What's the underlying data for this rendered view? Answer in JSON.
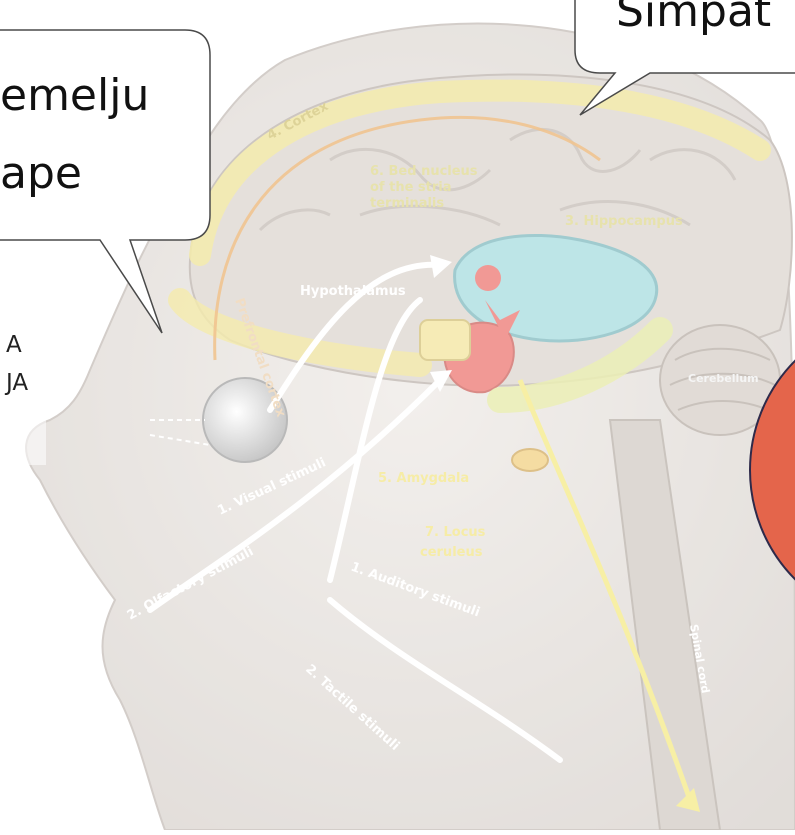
{
  "callouts": [
    {
      "lines": [
        "emelju",
        "ape"
      ]
    },
    {
      "lines": [
        "Simpat"
      ]
    }
  ],
  "side_text": [
    "A",
    "JA"
  ],
  "diagram_labels": {
    "cortex": "4. Cortex",
    "bed_nucleus": [
      "6. Bed nucleus",
      "of the stria",
      "terminalis"
    ],
    "hippocampus": "3. Hippocampus",
    "prefrontal": "Prefrontal cortex",
    "hypothalamus": "Hypothalamus",
    "amygdala": "5. Amygdala",
    "locus": [
      "7. Locus",
      "ceruleus"
    ],
    "cerebellum": "Cerebellum",
    "visual": "1. Visual stimuli",
    "olfactory": "2. Olfactory stimuli",
    "auditory": "1. Auditory stimuli",
    "tactile": "2. Tactile stimuli",
    "spinal": "Spinal cord"
  },
  "colors": {
    "brain_fill": "#d6cdc6",
    "cortex_band": "#efe07a",
    "hippocampus": "#8fd6dc",
    "amygdala": "#e85b54",
    "red_circle": "#e4654b",
    "arrow_yellow": "#f2e66e",
    "pathway_white": "#ffffff"
  }
}
